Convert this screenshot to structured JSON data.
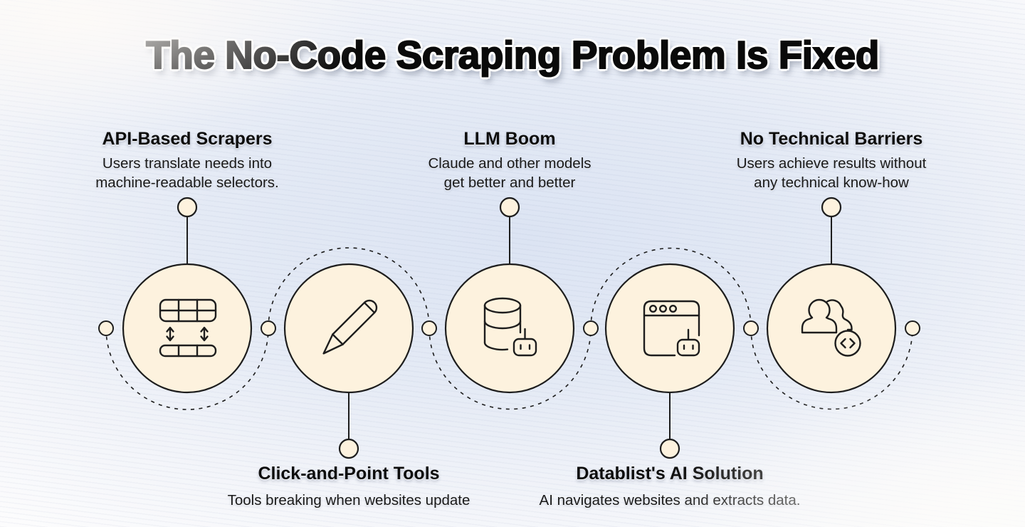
{
  "title": "The No-Code Scraping Problem Is Fixed",
  "colors": {
    "ink": "#1d1d1d",
    "node_fill": "#fdf2de",
    "background_blue": "#dce4f3",
    "background_white": "#fcfcfd"
  },
  "connector_style": "dashed-serpentine",
  "nodes": [
    {
      "order": 1,
      "label_position": "top",
      "title": "API-Based Scrapers",
      "description": "Users translate needs into machine-readable selectors.",
      "icon": "table-rows-split-icon"
    },
    {
      "order": 2,
      "label_position": "bottom",
      "title": "Click-and-Point Tools",
      "description": "Tools breaking when websites update",
      "icon": "pencil-icon"
    },
    {
      "order": 3,
      "label_position": "top",
      "title": "LLM Boom",
      "description": "Claude and other models get better and better",
      "icon": "database-ai-bot-icon"
    },
    {
      "order": 4,
      "label_position": "bottom",
      "title": "Datablist's AI Solution",
      "description": "AI navigates websites and extracts data.",
      "icon": "browser-ai-bot-icon"
    },
    {
      "order": 5,
      "label_position": "top",
      "title": "No Technical Barriers",
      "description": "Users achieve results without any technical know-how",
      "icon": "users-code-icon"
    }
  ]
}
